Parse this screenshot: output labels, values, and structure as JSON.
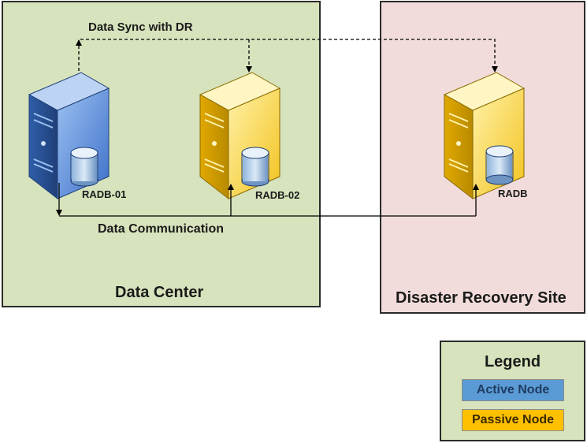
{
  "sites": {
    "data_center": "Data Center",
    "dr_site": "Disaster Recovery Site"
  },
  "nodes": [
    {
      "name": "RADB-01",
      "role": "active"
    },
    {
      "name": "RADB-02",
      "role": "passive"
    },
    {
      "name": "RADB",
      "role": "passive"
    }
  ],
  "links": {
    "sync": "Data Sync with DR",
    "communication": "Data Communication"
  },
  "legend": {
    "title": "Legend",
    "active": "Active Node",
    "passive": "Passive Node"
  },
  "colors": {
    "active": "#5b9bd5",
    "passive": "#ffc000",
    "data_center_bg": "#d6e3bc",
    "dr_bg": "#f2dcdb"
  },
  "icons": [
    "server-icon",
    "database-icon"
  ]
}
